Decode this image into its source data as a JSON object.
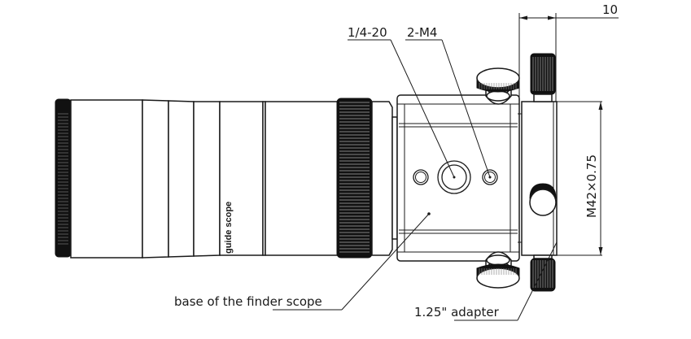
{
  "diagram": {
    "subject": "guide scope with finder-scope base and 1.25\" adapter",
    "barrel_marking": "guide scope",
    "labels": {
      "quarter_twenty": "1/4-20",
      "two_m4": "2-M4",
      "base": "base of the finder scope",
      "adapter": "1.25\" adapter"
    },
    "dimensions": {
      "width": "10",
      "thread": "M42×0.75"
    },
    "colors": {
      "line": "#1a1a1a",
      "background": "#ffffff"
    }
  }
}
